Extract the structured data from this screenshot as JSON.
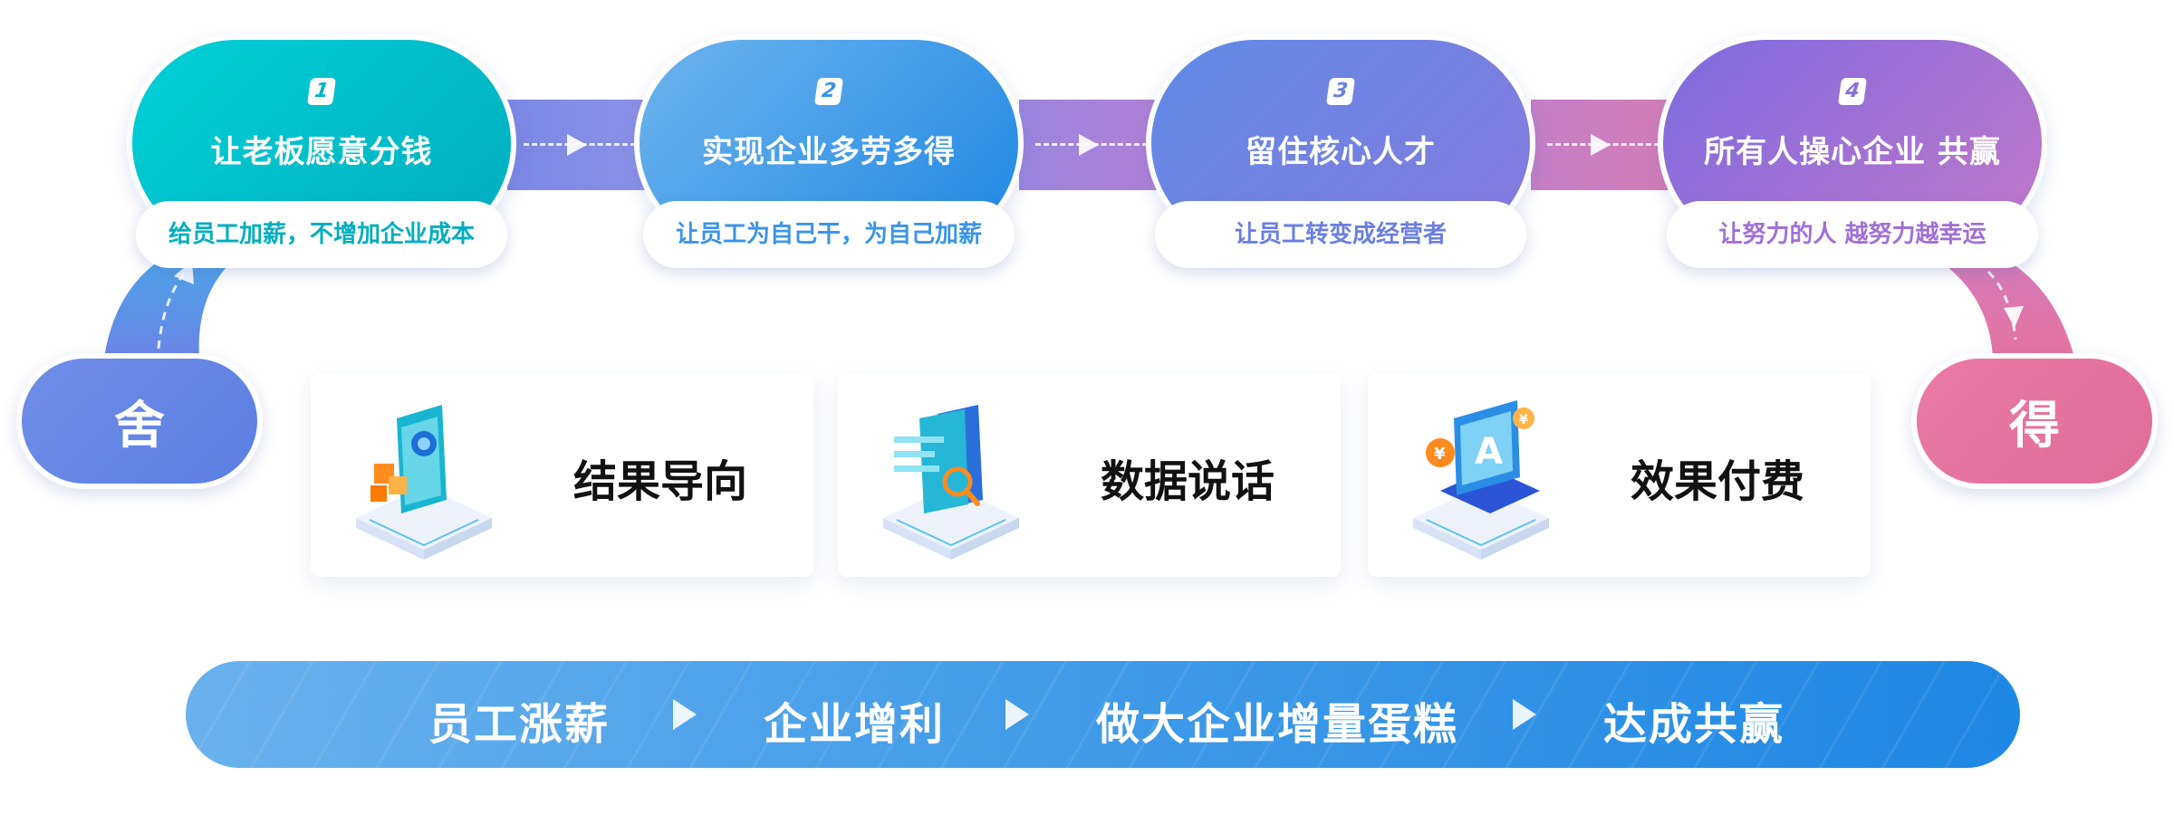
{
  "steps": [
    {
      "num": "1",
      "title": "让老板愿意分钱",
      "subtitle": "给员工加薪，不增加企业成本",
      "color": "#00b5c4"
    },
    {
      "num": "2",
      "title": "实现企业多劳多得",
      "subtitle": "让员工为自己干，为自己加薪",
      "color": "#3a95e8"
    },
    {
      "num": "3",
      "title": "留住核心人才",
      "subtitle": "让员工转变成经营者",
      "color": "#6a7fe0"
    },
    {
      "num": "4",
      "title": "所有人操心企业  共赢",
      "subtitle": "让努力的人 越努力越幸运",
      "color": "#a070d6"
    }
  ],
  "endpoints": {
    "give": "舍",
    "gain": "得"
  },
  "cards": [
    {
      "label": "结果导向",
      "icon": "puzzle-book-icon"
    },
    {
      "label": "数据说话",
      "icon": "document-magnifier-icon"
    },
    {
      "label": "效果付费",
      "icon": "screen-coin-icon"
    }
  ],
  "flow": [
    "员工涨薪",
    "企业增利",
    "做大企业增量蛋糕",
    "达成共赢"
  ],
  "colors": {
    "teal": "#00b5c4",
    "blue": "#1e88e5",
    "indigo": "#6a7fe0",
    "purple": "#a070d6",
    "pink": "#e573a0"
  }
}
